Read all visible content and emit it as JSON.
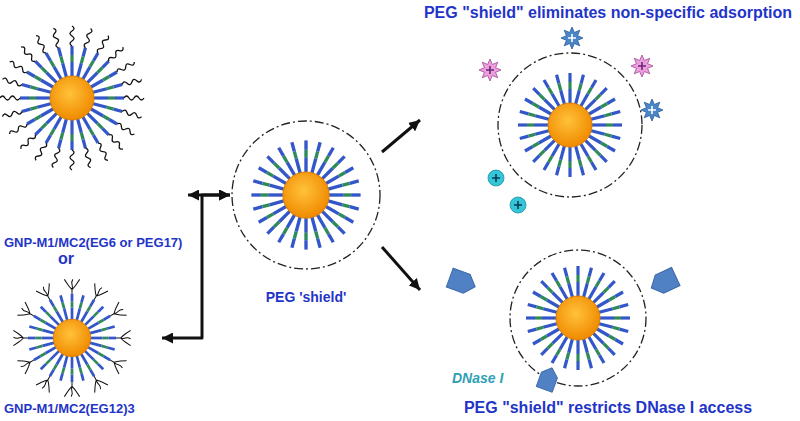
{
  "diagram": {
    "nodes": [
      {
        "text": [
          "GNP-M1/MC2(EG6 or PEG17)"
        ]
      },
      {
        "text": [
          "GNP-M1/MC2(EG12)3"
        ]
      },
      {
        "text": [
          "PEG 'shield'"
        ]
      },
      {
        "text": [
          "PEG \"shield\" eliminates non-specific adsorption"
        ]
      },
      {
        "text": [
          "PEG \"shield\" restricts DNase I access"
        ]
      }
    ],
    "edges": [
      {
        "from": 0,
        "to": 2,
        "arrow": "both"
      },
      {
        "from": 1,
        "to": 2,
        "arrow": "both"
      },
      {
        "from": 2,
        "to": 3,
        "arrow": "to"
      },
      {
        "from": 2,
        "to": 4,
        "arrow": "to"
      }
    ],
    "labels": [
      "or",
      "DNase I"
    ]
  }
}
